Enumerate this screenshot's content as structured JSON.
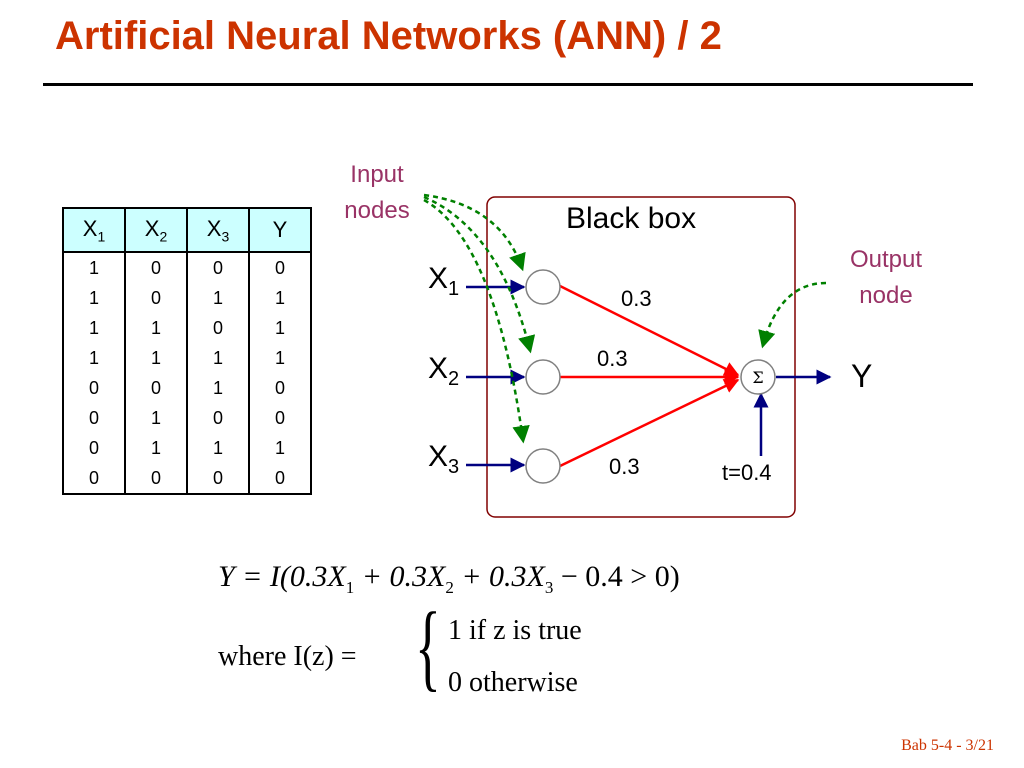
{
  "title": "Artificial Neural Networks (ANN) / 2",
  "table": {
    "headers": [
      "X",
      "X",
      "X",
      "Y"
    ],
    "header_subs": [
      "1",
      "2",
      "3",
      ""
    ],
    "rows": [
      [
        "1",
        "0",
        "0",
        "0"
      ],
      [
        "1",
        "0",
        "1",
        "1"
      ],
      [
        "1",
        "1",
        "0",
        "1"
      ],
      [
        "1",
        "1",
        "1",
        "1"
      ],
      [
        "0",
        "0",
        "1",
        "0"
      ],
      [
        "0",
        "1",
        "0",
        "0"
      ],
      [
        "0",
        "1",
        "1",
        "1"
      ],
      [
        "0",
        "0",
        "0",
        "0"
      ]
    ]
  },
  "diagram": {
    "input_nodes_label_line1": "Input",
    "input_nodes_label_line2": "nodes",
    "output_node_label_line1": "Output",
    "output_node_label_line2": "node",
    "black_box_label": "Black box",
    "inputs": [
      {
        "name": "X",
        "sub": "1"
      },
      {
        "name": "X",
        "sub": "2"
      },
      {
        "name": "X",
        "sub": "3"
      }
    ],
    "weights": [
      "0.3",
      "0.3",
      "0.3"
    ],
    "sum_symbol": "Σ",
    "output": "Y",
    "threshold": "t=0.4",
    "colors": {
      "edges": "#ff0000",
      "arrows": "#000080",
      "dashed": "#008000",
      "box": "#800000",
      "callout": "#993366"
    }
  },
  "formula": {
    "line1": {
      "lhs": "Y = I(0.3X",
      "s1": "1",
      "p2": " + 0.3X",
      "s2": "2",
      "p3": " + 0.3X",
      "s3": "3",
      "p4": " − 0.4 > 0)"
    },
    "where": "where I(z) =",
    "case1": "1    if  z is true",
    "case2": "0    otherwise",
    "brace": "{"
  },
  "footer": "Bab 5-4 - 3/21"
}
